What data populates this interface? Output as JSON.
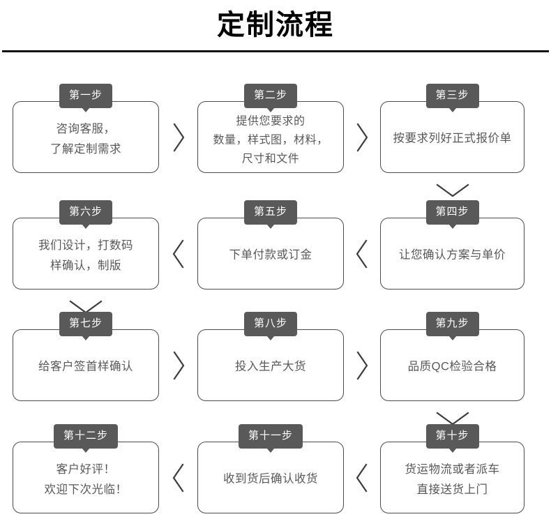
{
  "header": {
    "title": "定制流程"
  },
  "flow": {
    "rows": [
      {
        "direction": "left-to-right",
        "cells": [
          {
            "badge": "第一步",
            "text": "咨询客服，\n了解定制需求",
            "lines": 2
          },
          {
            "badge": "第二步",
            "text": "提供您要求的\n数量，样式图，材料，\n尺寸和文件",
            "lines": 3
          },
          {
            "badge": "第三步",
            "text": "按要求列好正式报价单",
            "lines": 1
          }
        ],
        "connectors": [
          "chevron-right-icon",
          "chevron-right-icon"
        ],
        "row_end_connector": "chevron-down-icon",
        "row_end_connector_column": 2
      },
      {
        "direction": "right-to-left",
        "cells": [
          {
            "badge": "第六步",
            "text": "我们设计，打数码\n样确认，制版",
            "lines": 2
          },
          {
            "badge": "第五步",
            "text": "下单付款或订金",
            "lines": 1
          },
          {
            "badge": "第四步",
            "text": "让您确认方案与单价",
            "lines": 1
          }
        ],
        "connectors": [
          "chevron-left-icon",
          "chevron-left-icon"
        ],
        "row_end_connector": "chevron-down-icon",
        "row_end_connector_column": 0
      },
      {
        "direction": "left-to-right",
        "cells": [
          {
            "badge": "第七步",
            "text": "给客户签首样确认",
            "lines": 1
          },
          {
            "badge": "第八步",
            "text": "投入生产大货",
            "lines": 1
          },
          {
            "badge": "第九步",
            "text": "品质QC检验合格",
            "lines": 1
          }
        ],
        "connectors": [
          "chevron-right-icon",
          "chevron-right-icon"
        ],
        "row_end_connector": "chevron-down-icon",
        "row_end_connector_column": 2
      },
      {
        "direction": "right-to-left",
        "cells": [
          {
            "badge": "第十二步",
            "text": "客户好评！\n欢迎下次光临！",
            "lines": 2
          },
          {
            "badge": "第十一步",
            "text": "收到货后确认收货",
            "lines": 1
          },
          {
            "badge": "第十步",
            "text": "货运物流或者派车\n直接送货上门",
            "lines": 2
          }
        ],
        "connectors": [
          "chevron-left-icon",
          "chevron-left-icon"
        ],
        "row_end_connector": null,
        "row_end_connector_column": null
      }
    ]
  },
  "colors": {
    "badge_background": "#595959",
    "badge_text": "#ffffff",
    "card_border": "#4a4a4a",
    "card_text": "#585858",
    "title_text": "#000000",
    "rule": "#111111",
    "connector": "#3c3c3c"
  }
}
